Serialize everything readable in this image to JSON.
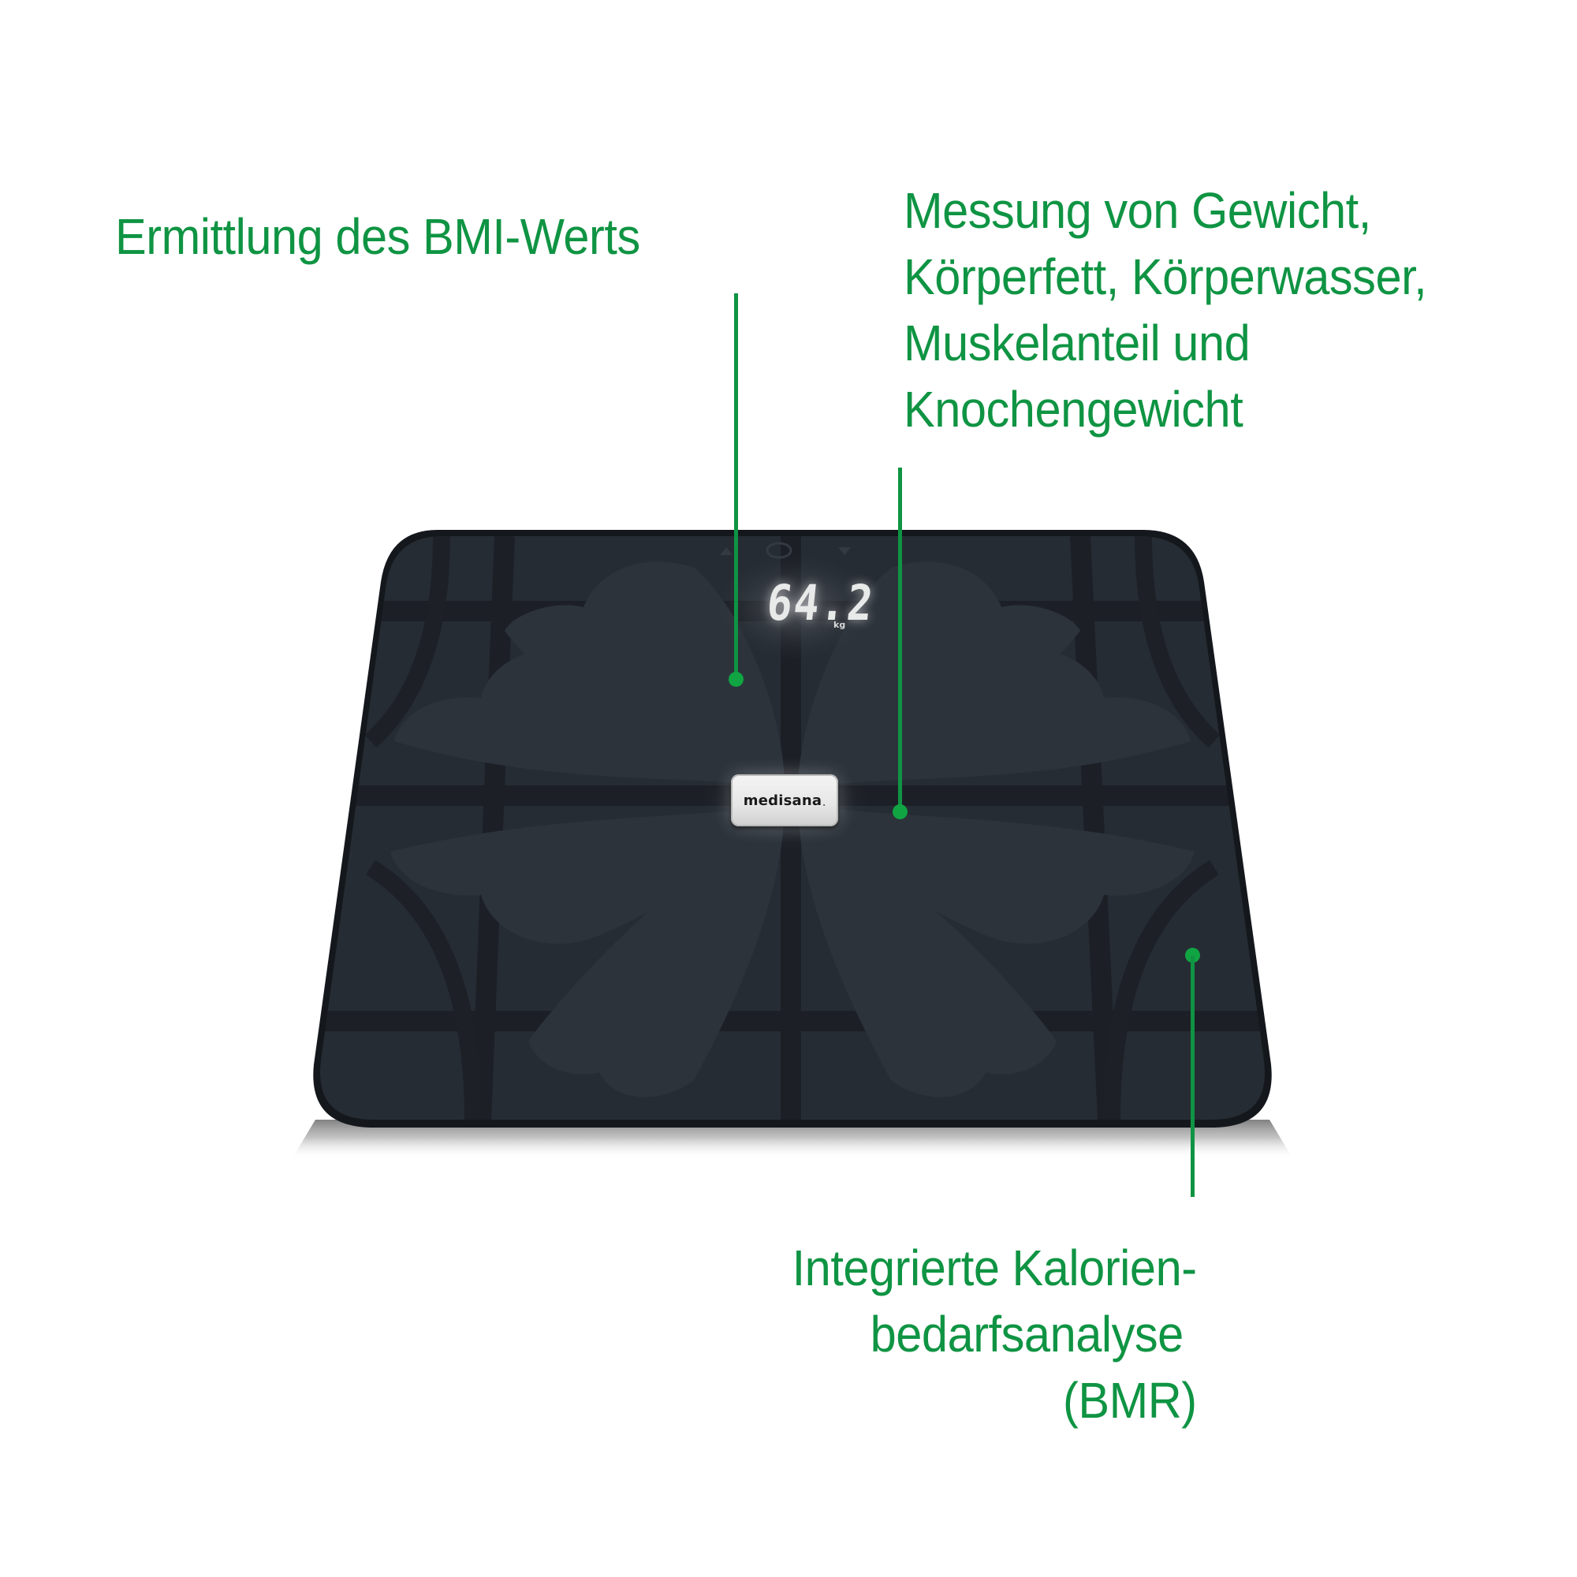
{
  "colors": {
    "accent_green": "#0f9443",
    "dot_green": "#10a443",
    "scale_body": "#22272e",
    "scale_pattern_dark": "#1b1f24",
    "scale_pattern_light": "#2a3038",
    "background": "#ffffff"
  },
  "callouts": {
    "bmi": {
      "lines": [
        "Ermittlung des BMI-Werts"
      ]
    },
    "measurement": {
      "lines": [
        "Messung von Gewicht,",
        "Körperfett, Körperwasser,",
        "Muskelanteil und",
        "Knochengewicht"
      ]
    },
    "bmr": {
      "lines": [
        "Integrierte Kalorien-",
        "bedarfsanalyse",
        "(BMR)"
      ]
    }
  },
  "scale": {
    "brand": "medisana",
    "display": {
      "value": "64.2",
      "unit": "kg"
    },
    "buttons": [
      "up-arrow",
      "set-circle",
      "down-arrow"
    ]
  }
}
